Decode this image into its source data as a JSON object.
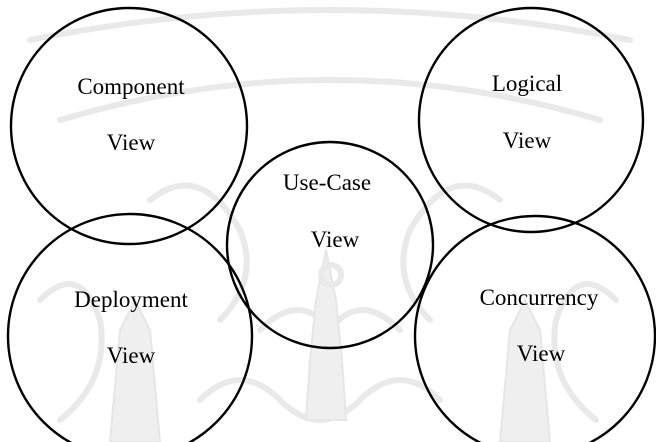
{
  "diagram": {
    "views": [
      {
        "id": "component",
        "line1": "Component",
        "line2": "View"
      },
      {
        "id": "logical",
        "line1": "Logical",
        "line2": "View"
      },
      {
        "id": "use-case",
        "line1": "Use-Case",
        "line2": "View"
      },
      {
        "id": "deployment",
        "line1": "Deployment",
        "line2": "View"
      },
      {
        "id": "concurrency",
        "line1": "Concurrency",
        "line2": "View"
      }
    ],
    "colors": {
      "stroke": "#000000",
      "background": "#ffffff",
      "watermark": "#e9e9e9"
    }
  }
}
